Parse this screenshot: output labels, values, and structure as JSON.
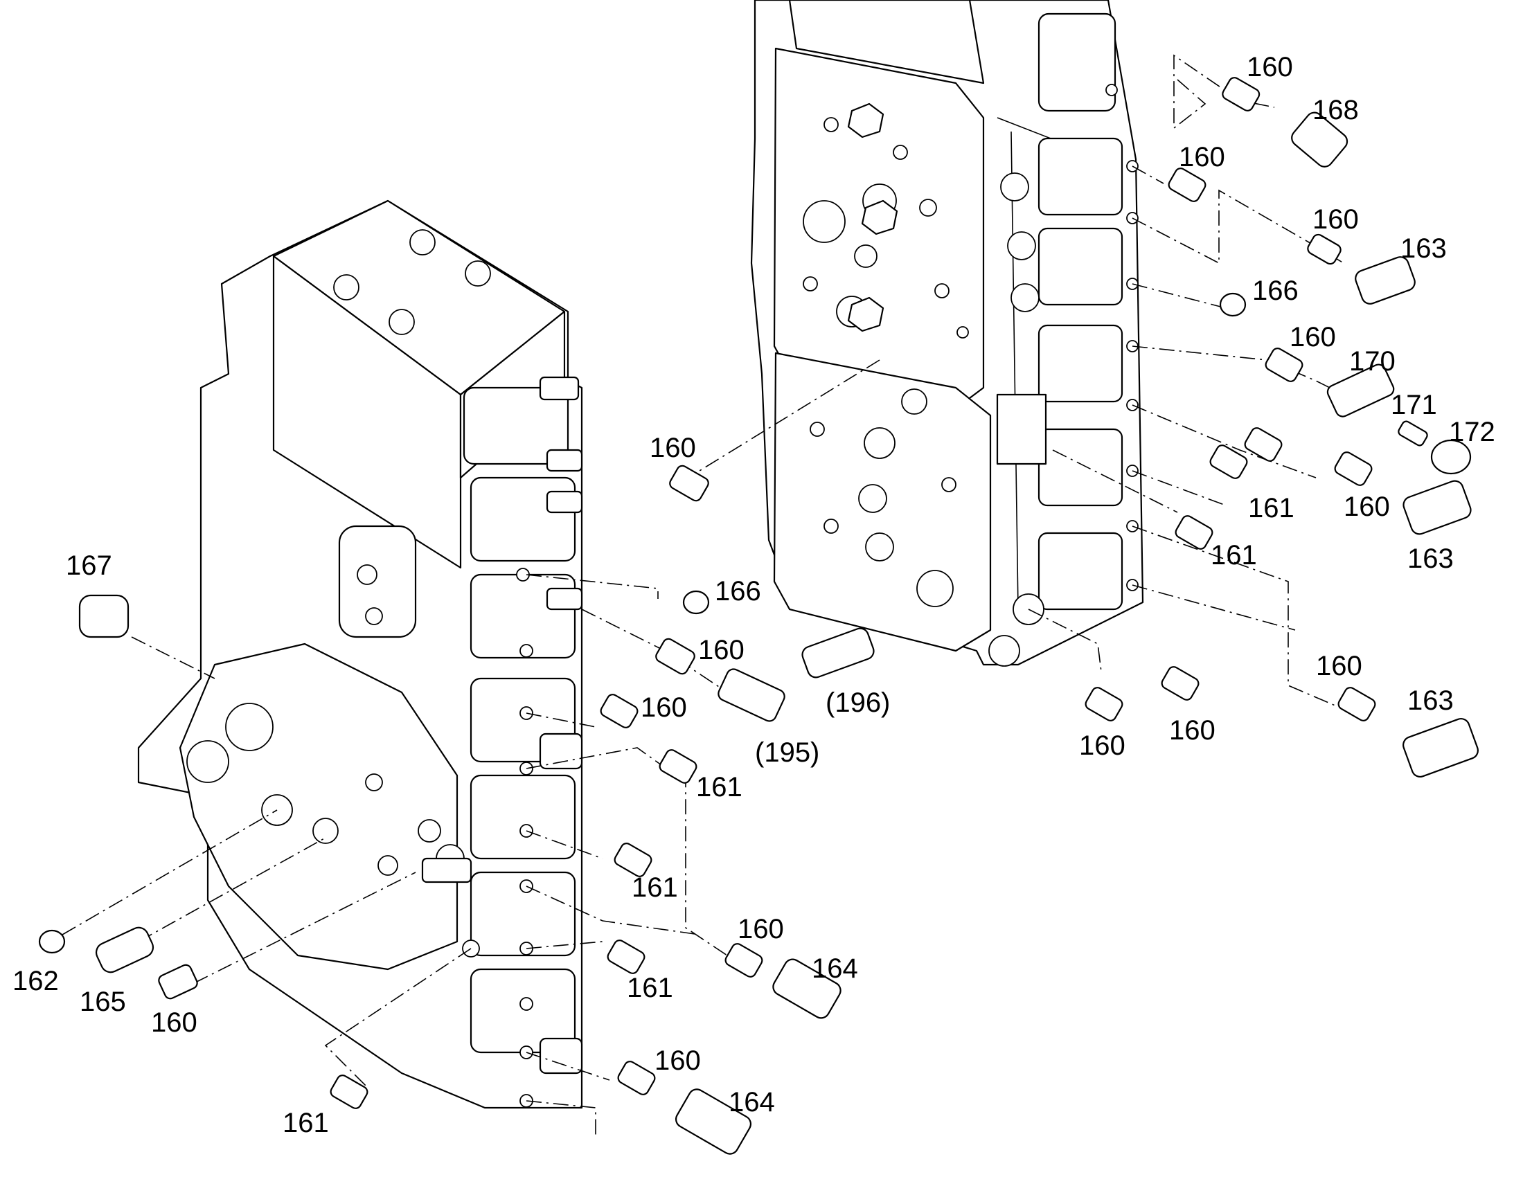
{
  "labels": {
    "l160a": "160",
    "l168": "168",
    "l160b": "160",
    "l160c": "160",
    "l163a": "163",
    "l166a": "166",
    "l160d": "160",
    "l170": "170",
    "l171": "171",
    "l172": "172",
    "l160e": "160",
    "l161a": "161",
    "l160f": "160",
    "l163b": "163",
    "l161b": "161",
    "l167": "167",
    "l166b": "166",
    "l160g": "160",
    "l196": "(196)",
    "l160h": "160",
    "l195": "(195)",
    "l161c": "161",
    "l160i": "160",
    "l163c": "163",
    "l160j": "160",
    "l160k": "160",
    "l161d": "161",
    "l160l": "160",
    "l164a": "164",
    "l161e": "161",
    "l162": "162",
    "l165": "165",
    "l160m": "160",
    "l160n": "160",
    "l164b": "164",
    "l161f": "161"
  }
}
